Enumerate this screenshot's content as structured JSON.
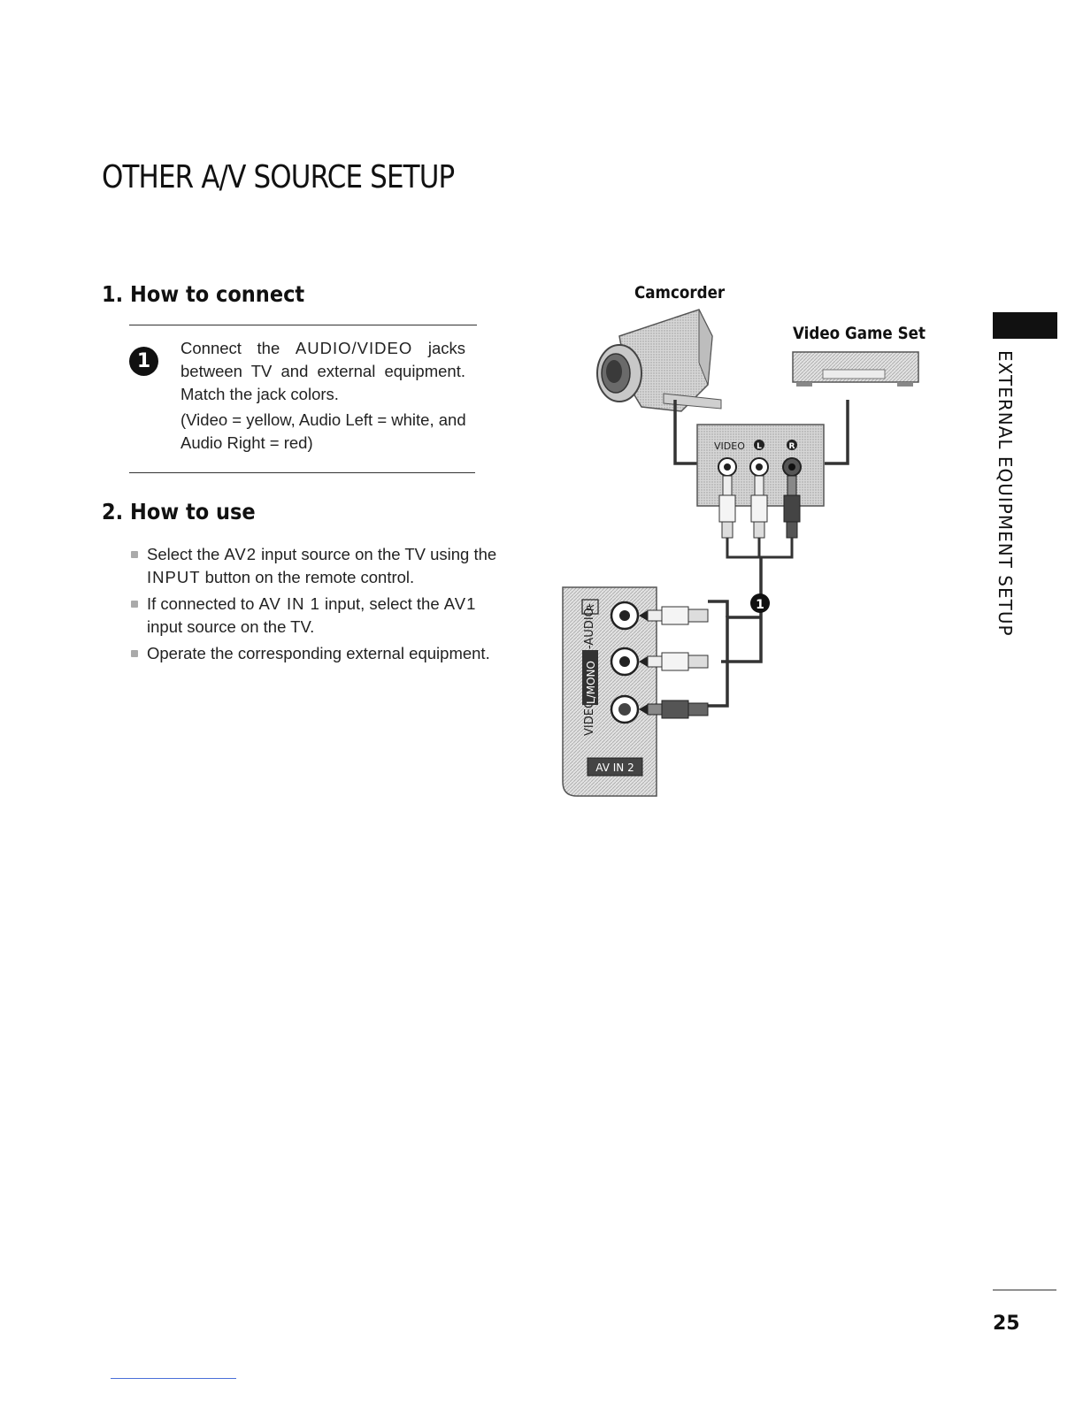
{
  "page": {
    "title": "OTHER A/V SOURCE SETUP",
    "number": "25",
    "side_title": "EXTERNAL EQUIPMENT SETUP"
  },
  "connect": {
    "heading": "1. How to connect",
    "step_number": "1",
    "line1_pre": "Connect the",
    "line1_em": "AUDIO/VIDEO",
    "line1_post": "jacks",
    "line2": "between TV and external equipment.",
    "line3": "Match the jack colors.",
    "note1": "(Video = yellow, Audio Left = white, and",
    "note2": "Audio Right = red)"
  },
  "use": {
    "heading": "2. How to use",
    "item1_a": "Select the",
    "item1_em1": "AV2",
    "item1_b": "input source on the TV using the",
    "item1_em2": "INPUT",
    "item1_c": "button on the remote control.",
    "item2_a": "If connected to",
    "item2_em1": "AV IN 1",
    "item2_b": "input, select the",
    "item2_em2": "AV1",
    "item2_c": "input source on the TV.",
    "item3": "Operate the corresponding external equipment."
  },
  "diagram": {
    "camcorder_label": "Camcorder",
    "game_label": "Video Game Set",
    "device_video_label": "VIDEO",
    "device_left_label": "L",
    "device_right_label": "R",
    "tv_panel_video_label": "VIDEO",
    "tv_panel_audio_em": "L/MONO",
    "tv_panel_audio_rest": "-AUDIO-",
    "tv_panel_right_label": "R",
    "tv_panel_title": "AV IN 2",
    "step_marker": "1"
  }
}
